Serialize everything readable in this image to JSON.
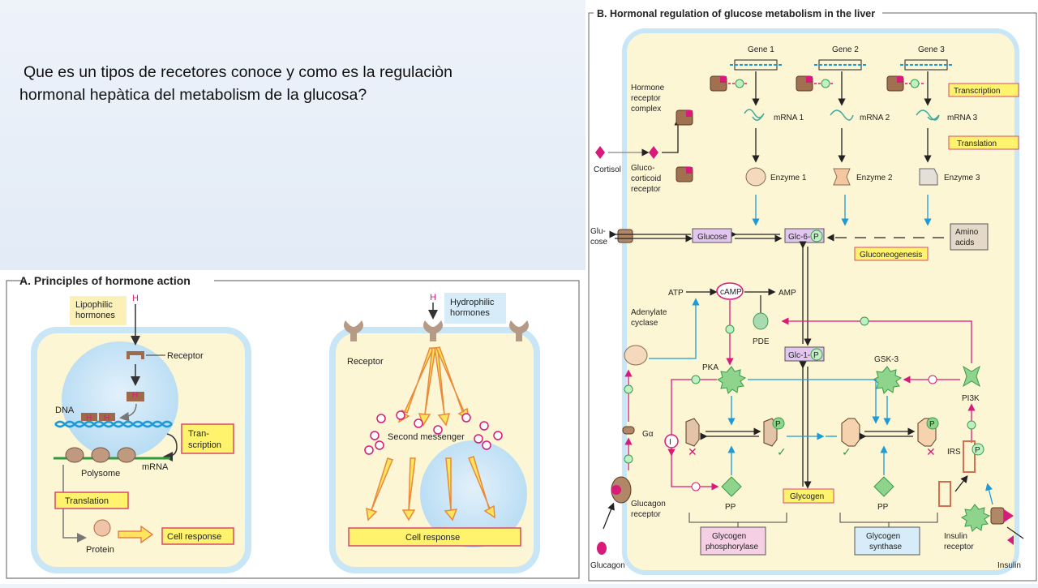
{
  "question": {
    "line1": "Que es un tipos de recetores conoce y como es la regulaciòn",
    "line2": "hormonal hepàtica del metabolism de la glucosa?"
  },
  "panel_a": {
    "title": "A. Principles of hormone action",
    "lipophilic": [
      "Lipophilic",
      "hormones"
    ],
    "h": "H",
    "receptor": "Receptor",
    "dna": "DNA",
    "transcription": [
      "Tran-",
      "scription"
    ],
    "polysome": "Polysome",
    "mrna": "mRNA",
    "translation": "Translation",
    "protein": "Protein",
    "cell_response": "Cell response",
    "hydrophilic": [
      "Hydrophilic",
      "hormones"
    ],
    "receptor_right": "Receptor",
    "second_messenger": "Second messenger",
    "cell_response_right": "Cell response"
  },
  "panel_b": {
    "title": "B. Hormonal regulation of glucose metabolism in the liver",
    "genes": [
      "Gene 1",
      "Gene 2",
      "Gene 3"
    ],
    "mrnas": [
      "mRNA 1",
      "mRNA 2",
      "mRNA 3"
    ],
    "enzymes": [
      "Enzyme 1",
      "Enzyme 2",
      "Enzyme 3"
    ],
    "transcription": "Transcription",
    "translation": "Translation",
    "hormone_receptor_complex": [
      "Hormone",
      "receptor",
      "complex"
    ],
    "cortisol": "Cortisol",
    "glucocorticoid_receptor": [
      "Gluco-",
      "corticoid",
      "receptor"
    ],
    "glucose_out": [
      "Glu-",
      "cose"
    ],
    "glucose": "Glucose",
    "glc6p": "Glc-6-",
    "glc1p": "Glc-1-",
    "p": "P",
    "amino_acids": [
      "Amino",
      "acids"
    ],
    "gluconeogenesis": "Gluconeogenesis",
    "atp": "ATP",
    "camp": "cAMP",
    "amp": "AMP",
    "adenylate_cyclase": [
      "Adenylate",
      "cyclase"
    ],
    "pde": "PDE",
    "pka": "PKA",
    "gsk3": "GSK-3",
    "pi3k": "PI3K",
    "galpha": "Gα",
    "irs": "IRS",
    "pp": "PP",
    "glycogen": "Glycogen",
    "glucagon_receptor": [
      "Glucagon",
      "receptor"
    ],
    "glucagon": "Glucagon",
    "glycogen_phosphorylase": [
      "Glycogen",
      "phosphorylase"
    ],
    "glycogen_synthase": [
      "Glycogen",
      "synthase"
    ],
    "insulin_receptor": [
      "Insulin",
      "receptor"
    ],
    "insulin": "Insulin",
    "i": "I"
  }
}
